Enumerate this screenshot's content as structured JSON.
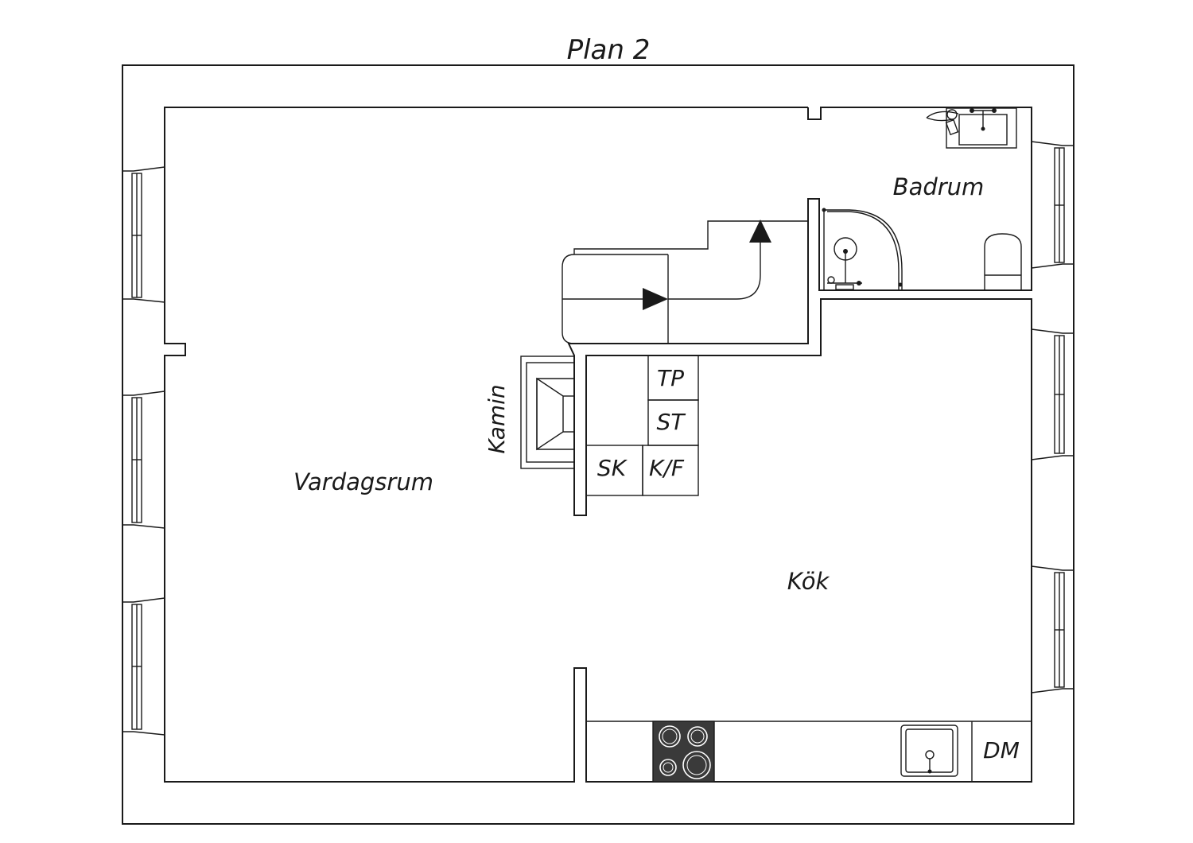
{
  "title": "Plan 2",
  "rooms": {
    "living": "Vardagsrum",
    "kitchen": "Kök",
    "bathroom": "Badrum"
  },
  "fixtures": {
    "fireplace": "Kamin",
    "tp": "TP",
    "st": "ST",
    "sk": "SK",
    "kf": "K/F",
    "dm": "DM"
  },
  "colors": {
    "line": "#1a1a1a",
    "stove": "#3a3a3a",
    "background": "#ffffff"
  }
}
